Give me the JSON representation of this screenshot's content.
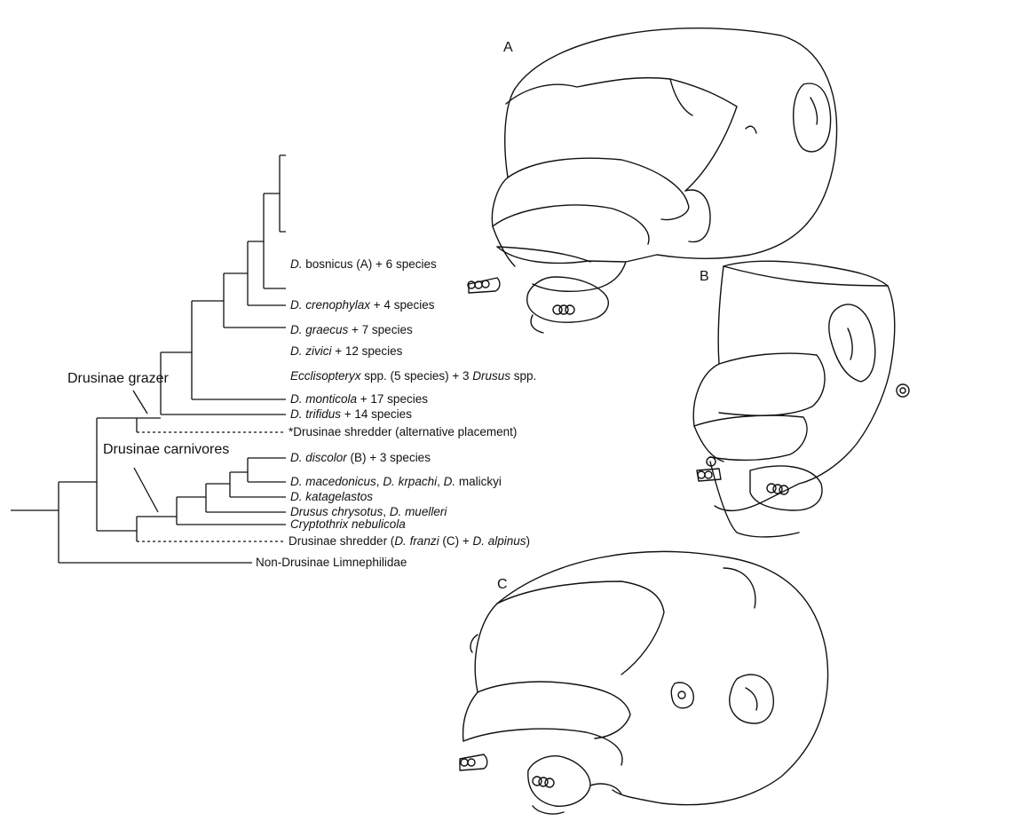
{
  "groups": {
    "grazer": "Drusinae grazer",
    "carnivores": "Drusinae carnivores"
  },
  "taxa": {
    "bosnicus": {
      "italic": "D.",
      "rest1": " bosnicus ",
      "paren": "(A)",
      "rest2": " + 6 species"
    },
    "crenophylax": {
      "italic": "D. crenophylax",
      "rest": " + 4 species"
    },
    "graecus": {
      "italic": "D. graecus",
      "rest": " +  7 species"
    },
    "zivici": {
      "italic": "D. zivici",
      "rest": " + 12 species"
    },
    "ecclisopteryx": {
      "italic1": "Ecclisopteryx",
      "mid": " spp. (5 species) + 3 ",
      "italic2": "Drusus",
      "rest": " spp."
    },
    "monticola": {
      "italic": "D. monticola",
      "rest": " + 17 species"
    },
    "trifidus": {
      "italic": "D. trifidus",
      "rest": " + 14 species"
    },
    "shredder_alt": {
      "star": "*",
      "text": "Drusinae shredder (alternative placement)"
    },
    "discolor": {
      "italic": "D. discolor",
      "rest": " (B) + 3 species"
    },
    "macedonicus": {
      "i1": "D. macedonicus",
      "s1": ", ",
      "i2": "D. krpachi",
      "s2": ", ",
      "i3": "D.",
      "s3": " malickyi"
    },
    "katagelastos": {
      "italic": "D. katagelastos"
    },
    "chrysotus": {
      "i1": "Drusus chrysotus",
      "s1": ", ",
      "i2": "D. muelleri"
    },
    "cryptothrix": {
      "italic": "Cryptothrix nebulicola"
    },
    "shredder": {
      "p1": "Drusinae shredder (",
      "i1": "D. franzi",
      "p2": " (C) + ",
      "i2": "D. alpinus",
      "p3": ")"
    },
    "outgroup": {
      "text": "Non-Drusinae Limnephilidae"
    }
  },
  "panels": {
    "a": "A",
    "b": "B",
    "c": "C"
  }
}
